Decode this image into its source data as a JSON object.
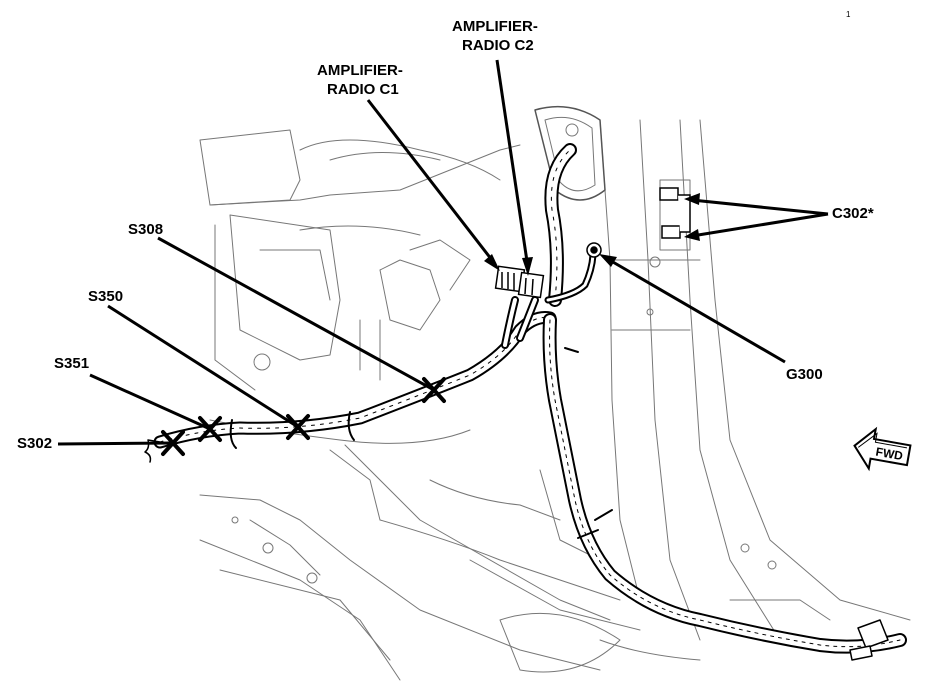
{
  "page_number": "1",
  "callouts": {
    "amp_c2_line1": "AMPLIFIER-",
    "amp_c2_line2": "RADIO C2",
    "amp_c1_line1": "AMPLIFIER-",
    "amp_c1_line2": "RADIO C1",
    "c302": "C302*",
    "s308": "S308",
    "s350": "S350",
    "s351": "S351",
    "s302": "S302",
    "g300": "G300"
  },
  "direction_arrow": "FWD",
  "colors": {
    "line": "#000000",
    "background": "#ffffff",
    "drawing": "#555555"
  }
}
